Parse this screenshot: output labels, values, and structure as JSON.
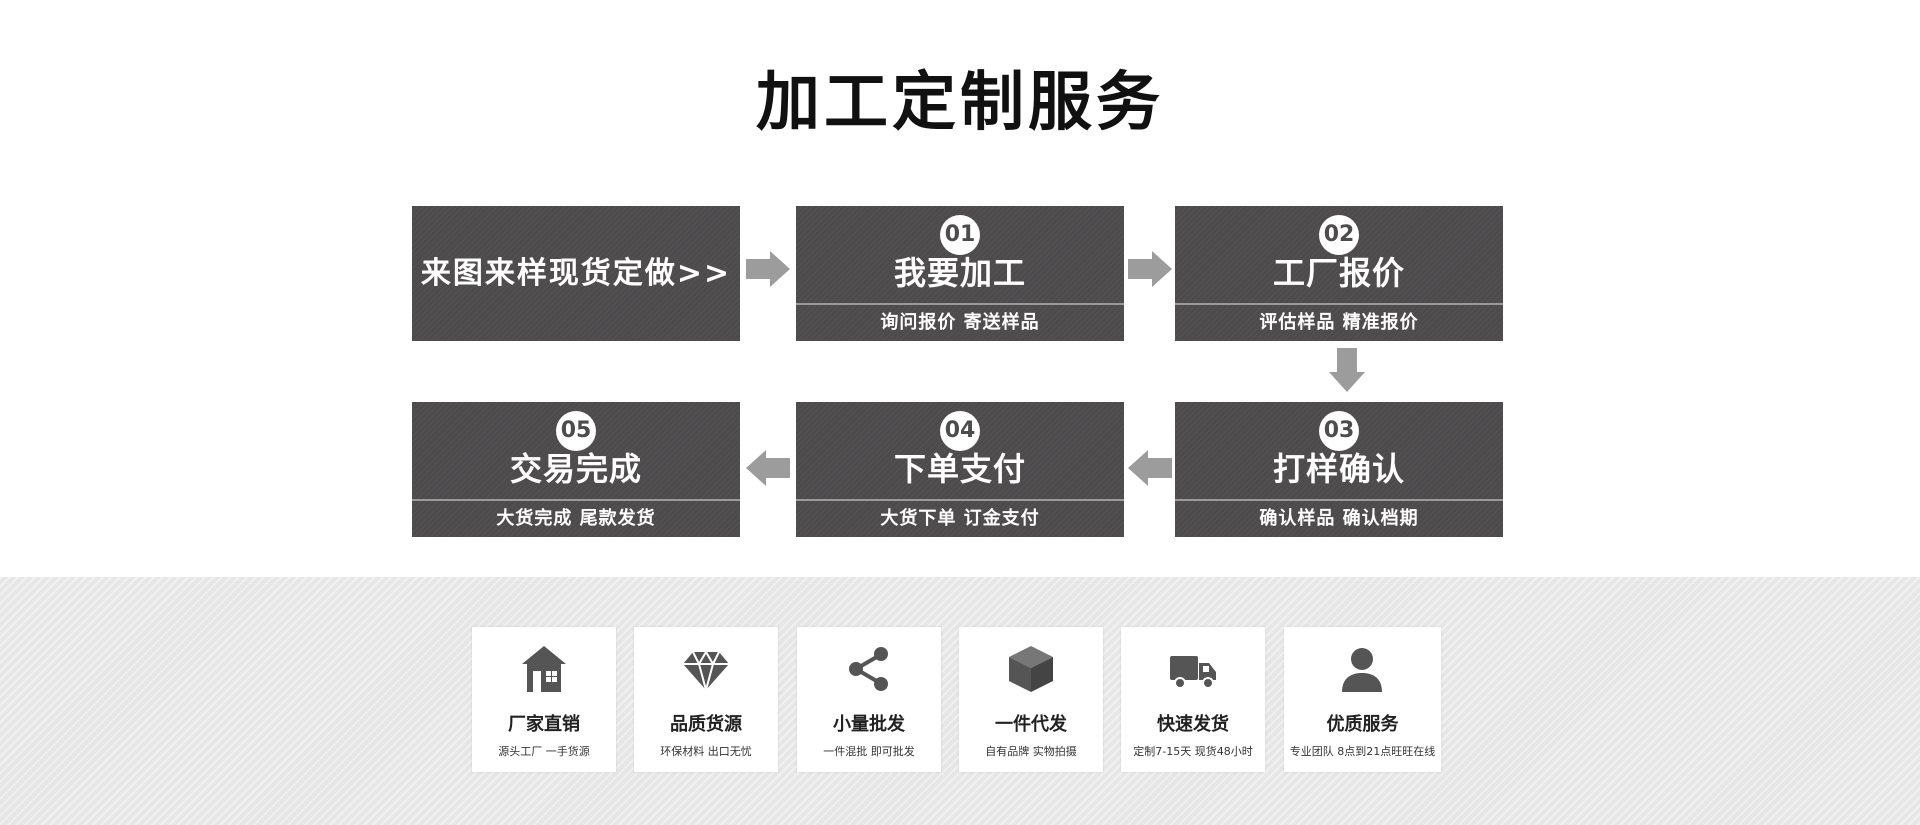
{
  "title": "加工定制服务",
  "process": {
    "intro_label": "来图来样现货定做>>",
    "steps": [
      {
        "number": "01",
        "title": "我要加工",
        "subtitle": "询问报价 寄送样品"
      },
      {
        "number": "02",
        "title": "工厂报价",
        "subtitle": "评估样品 精准报价"
      },
      {
        "number": "03",
        "title": "打样确认",
        "subtitle": "确认样品 确认档期"
      },
      {
        "number": "04",
        "title": "下单支付",
        "subtitle": "大货下单 订金支付"
      },
      {
        "number": "05",
        "title": "交易完成",
        "subtitle": "大货完成 尾款发货"
      }
    ]
  },
  "features": [
    {
      "icon": "house-icon",
      "title": "厂家直销",
      "subtitle": "源头工厂 一手货源"
    },
    {
      "icon": "diamond-icon",
      "title": "品质货源",
      "subtitle": "环保材料 出口无忧"
    },
    {
      "icon": "share-icon",
      "title": "小量批发",
      "subtitle": "一件混批 即可批发"
    },
    {
      "icon": "box-icon",
      "title": "一件代发",
      "subtitle": "自有品牌 实物拍摄"
    },
    {
      "icon": "truck-icon",
      "title": "快速发货",
      "subtitle": "定制7-15天 现货48小时"
    },
    {
      "icon": "user-icon",
      "title": "优质服务",
      "subtitle": "专业团队 8点到21点旺旺在线"
    }
  ],
  "colors": {
    "box": "#4d4b4c",
    "arrow": "#9c9c9c",
    "band": "#e6e6e6"
  }
}
